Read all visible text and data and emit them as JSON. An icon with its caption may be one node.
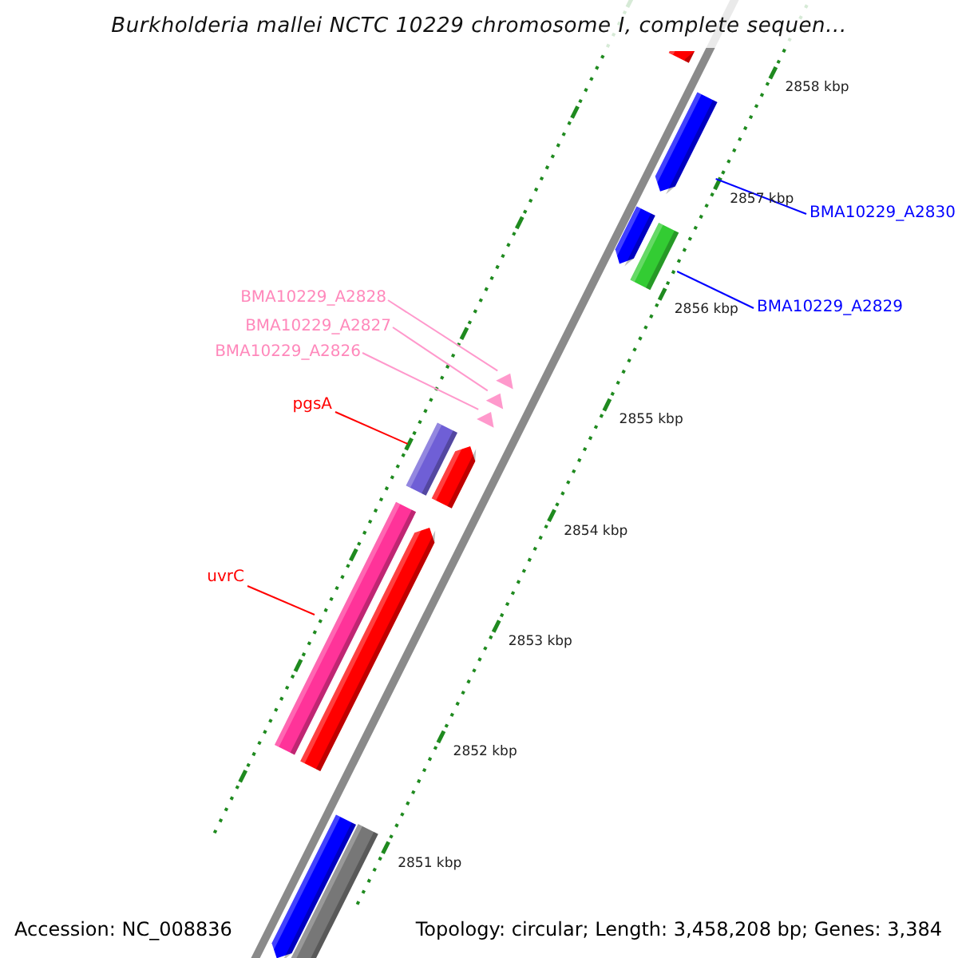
{
  "diagram": {
    "title": "Burkholderia mallei NCTC 10229 chromosome I, complete sequen...",
    "nodes": [
      {
        "text": [
          "BMA10229_A2830"
        ]
      },
      {
        "text": [
          "BMA10229_A2829"
        ]
      },
      {
        "text": [
          "BMA10229_A2828"
        ]
      },
      {
        "text": [
          "BMA10229_A2827"
        ]
      },
      {
        "text": [
          "BMA10229_A2826"
        ]
      },
      {
        "text": [
          "pgsA"
        ]
      },
      {
        "text": [
          "uvrC"
        ]
      },
      {
        "text": [],
        "shape": "bar"
      },
      {
        "text": [],
        "shape": "arrow"
      },
      {
        "text": [],
        "shape": "arrow"
      },
      {
        "text": [],
        "shape": "bar"
      },
      {
        "text": [],
        "shape": "triangle"
      },
      {
        "text": [],
        "shape": "triangle"
      },
      {
        "text": [],
        "shape": "triangle"
      },
      {
        "text": [],
        "shape": "bar"
      },
      {
        "text": [],
        "shape": "arrow"
      },
      {
        "text": [],
        "shape": "bar"
      },
      {
        "text": [],
        "shape": "arrow"
      },
      {
        "text": [],
        "shape": "arrow"
      },
      {
        "text": [],
        "shape": "bar"
      }
    ],
    "edges": [
      {
        "from": 0,
        "to": 8,
        "arrow": "none",
        "color": "#0000ff"
      },
      {
        "from": 1,
        "to": 10,
        "arrow": "none",
        "color": "#0000ff"
      },
      {
        "from": 2,
        "to": 11,
        "arrow": "none",
        "color": "#ff99cc"
      },
      {
        "from": 3,
        "to": 12,
        "arrow": "none",
        "color": "#ff99cc"
      },
      {
        "from": 4,
        "to": 13,
        "arrow": "none",
        "color": "#ff99cc"
      },
      {
        "from": 5,
        "to": 14,
        "arrow": "none",
        "color": "#ff0000"
      },
      {
        "from": 6,
        "to": 16,
        "arrow": "none",
        "color": "#ff0000"
      }
    ],
    "labels": [
      "2858 kbp",
      "2857 kbp",
      "2856 kbp",
      "2855 kbp",
      "2854 kbp",
      "2853 kbp",
      "2852 kbp",
      "2851 kbp",
      "Accession: NC_008836",
      "Topology: circular; Length: 3,458,208 bp; Genes: 3,384"
    ]
  }
}
